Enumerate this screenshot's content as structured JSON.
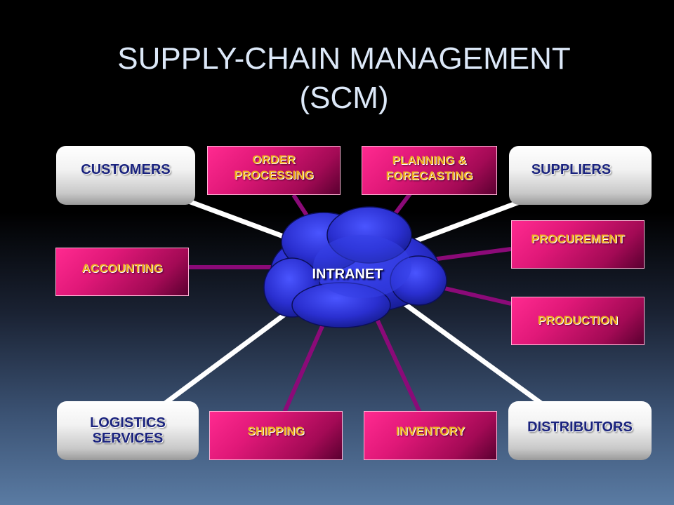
{
  "title": {
    "line1": "SUPPLY-CHAIN MANAGEMENT",
    "line2": "(SCM)"
  },
  "hub": {
    "label": "INTRANET"
  },
  "nodes": {
    "customers": {
      "line1": "CUSTOMERS"
    },
    "order_processing": {
      "line1": "ORDER",
      "line2": "PROCESSING"
    },
    "planning_forecasting": {
      "line1": "PLANNING &",
      "line2": "FORECASTING"
    },
    "suppliers": {
      "line1": "SUPPLIERS"
    },
    "procurement": {
      "line1": "PROCUREMENT"
    },
    "accounting": {
      "line1": "ACCOUNTING"
    },
    "production": {
      "line1": "PRODUCTION"
    },
    "logistics_services": {
      "line1": "LOGISTICS",
      "line2": "SERVICES"
    },
    "shipping": {
      "line1": "SHIPPING"
    },
    "inventory": {
      "line1": "INVENTORY"
    },
    "distributors": {
      "line1": "DISTRIBUTORS"
    }
  },
  "colors": {
    "external_connector": "#ffffff",
    "internal_connector": "#8b0a78",
    "cloud": "#2b2fc4",
    "internal_box_text": "#f0b020",
    "external_box_text": "#1a237e"
  }
}
